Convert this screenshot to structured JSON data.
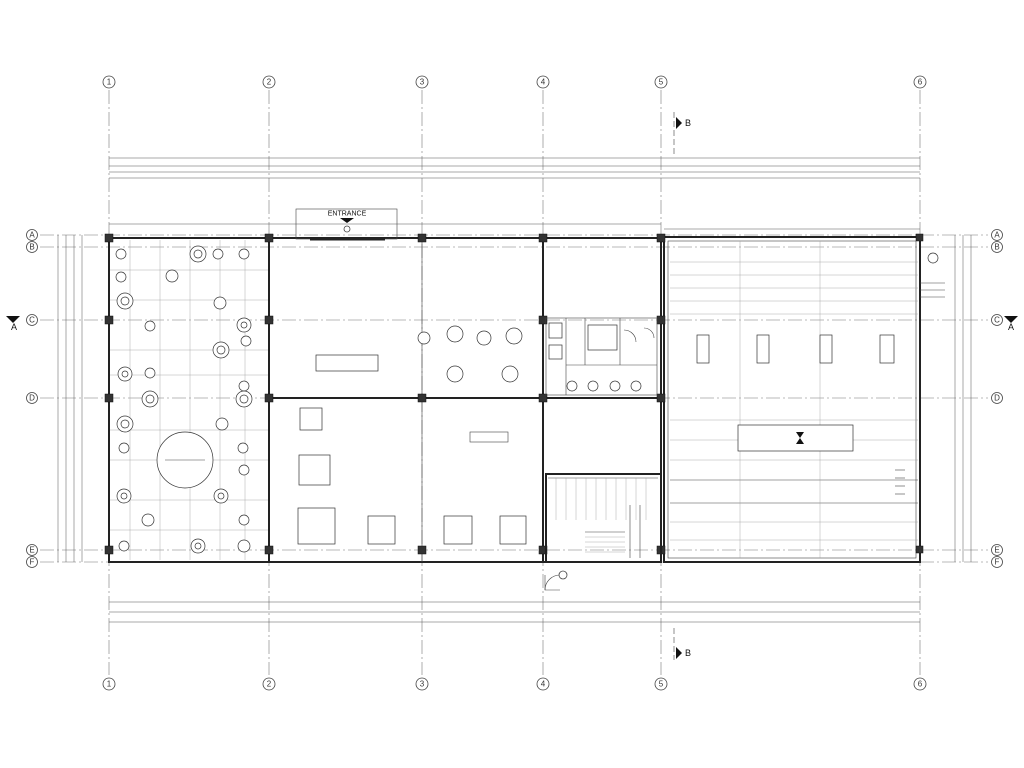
{
  "plan": {
    "entrance_label": "ENTRANCE",
    "grid_columns": [
      "1",
      "2",
      "3",
      "4",
      "5",
      "6"
    ],
    "grid_rows": [
      "A",
      "B",
      "C",
      "D",
      "E",
      "F"
    ],
    "section_a_label": "A",
    "section_b_label": "B"
  }
}
